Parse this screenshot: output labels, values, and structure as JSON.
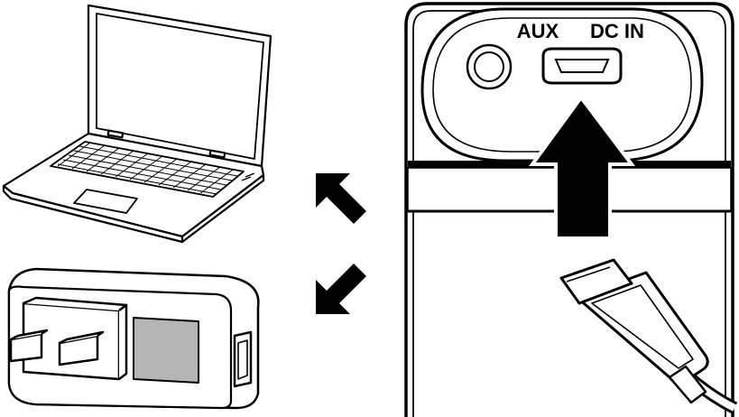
{
  "labels": {
    "aux": "AUX",
    "dc_in": "DC IN"
  },
  "colors": {
    "line": "#000000",
    "fill": "#ffffff",
    "adapter_panel": "#b5b5b5",
    "usb_inner": "#9a9a9a"
  },
  "icons": [
    "laptop-icon",
    "usb-wall-adapter-icon",
    "speaker-port-panel",
    "micro-usb-cable-icon",
    "arrow-up-left-icon",
    "arrow-down-left-icon",
    "arrow-up-icon"
  ]
}
